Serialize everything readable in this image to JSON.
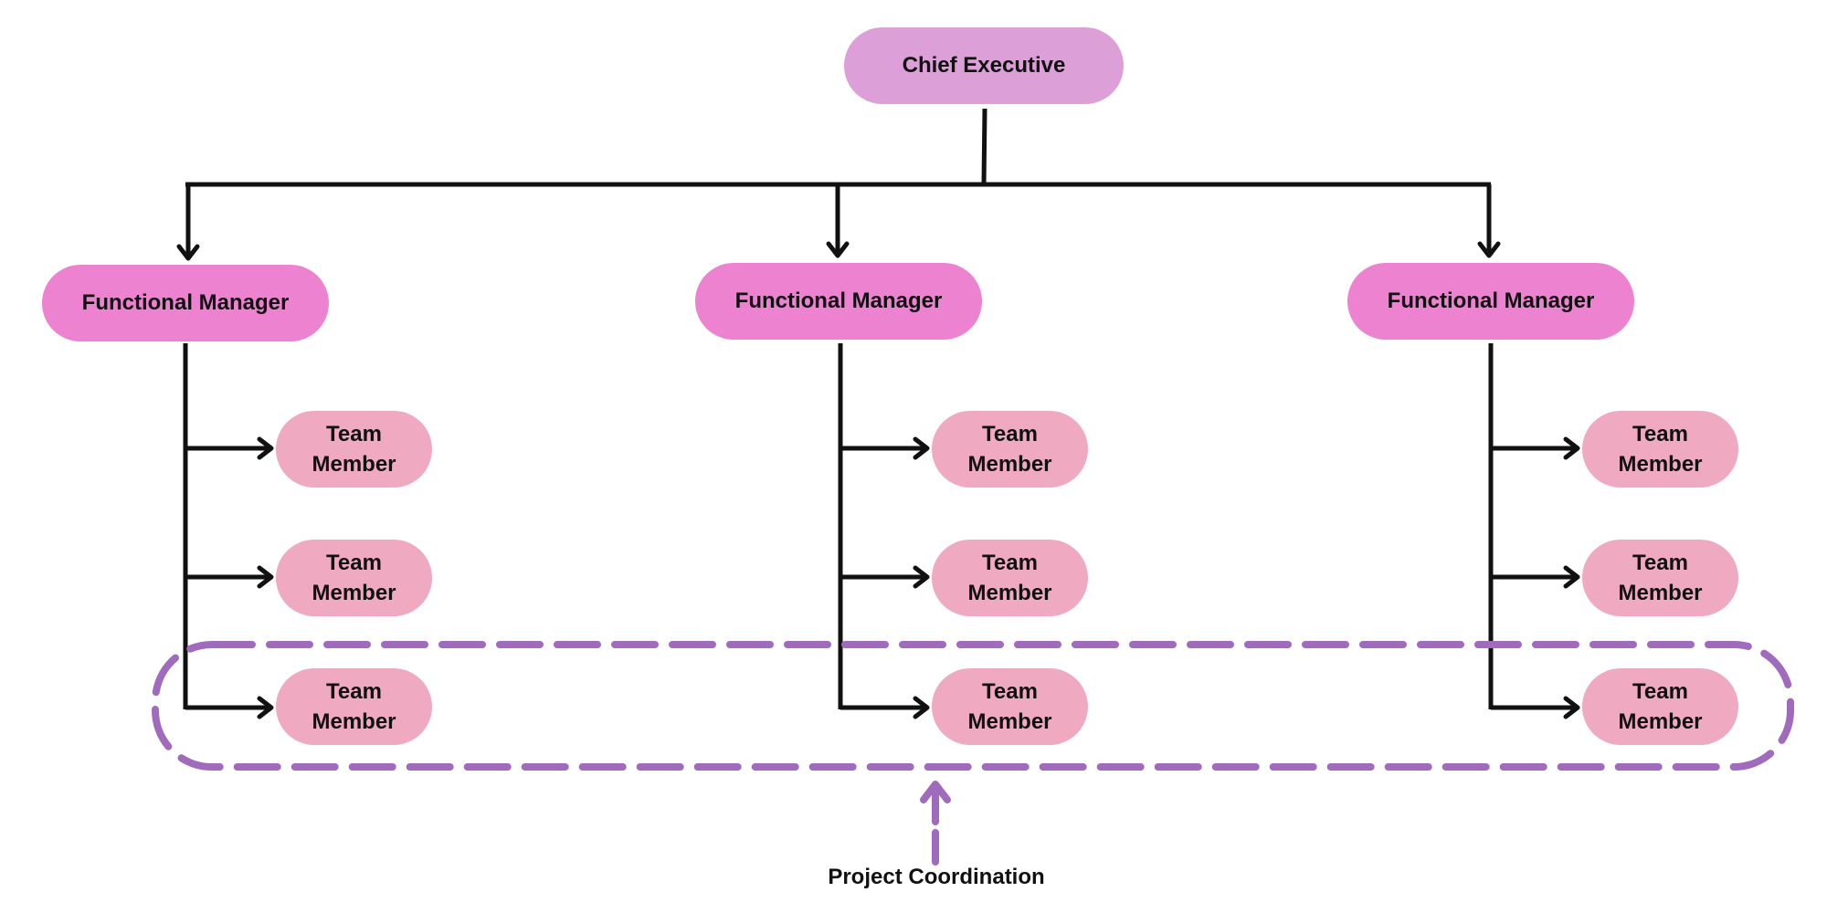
{
  "colors": {
    "chief_executive_fill": "#dc9fd7",
    "functional_manager_fill": "#ec82d0",
    "team_member_fill": "#efaac2",
    "connector": "#111111",
    "coordination_dash": "#a06bbd"
  },
  "chief_executive": {
    "label": "Chief Executive"
  },
  "functional_managers": [
    {
      "label": "Functional Manager",
      "team_members": [
        {
          "label": "Team\nMember"
        },
        {
          "label": "Team\nMember"
        },
        {
          "label": "Team\nMember"
        }
      ]
    },
    {
      "label": "Functional Manager",
      "team_members": [
        {
          "label": "Team\nMember"
        },
        {
          "label": "Team\nMember"
        },
        {
          "label": "Team\nMember"
        }
      ]
    },
    {
      "label": "Functional Manager",
      "team_members": [
        {
          "label": "Team\nMember"
        },
        {
          "label": "Team\nMember"
        },
        {
          "label": "Team\nMember"
        }
      ]
    }
  ],
  "project_coordination": {
    "label": "Project Coordination"
  }
}
